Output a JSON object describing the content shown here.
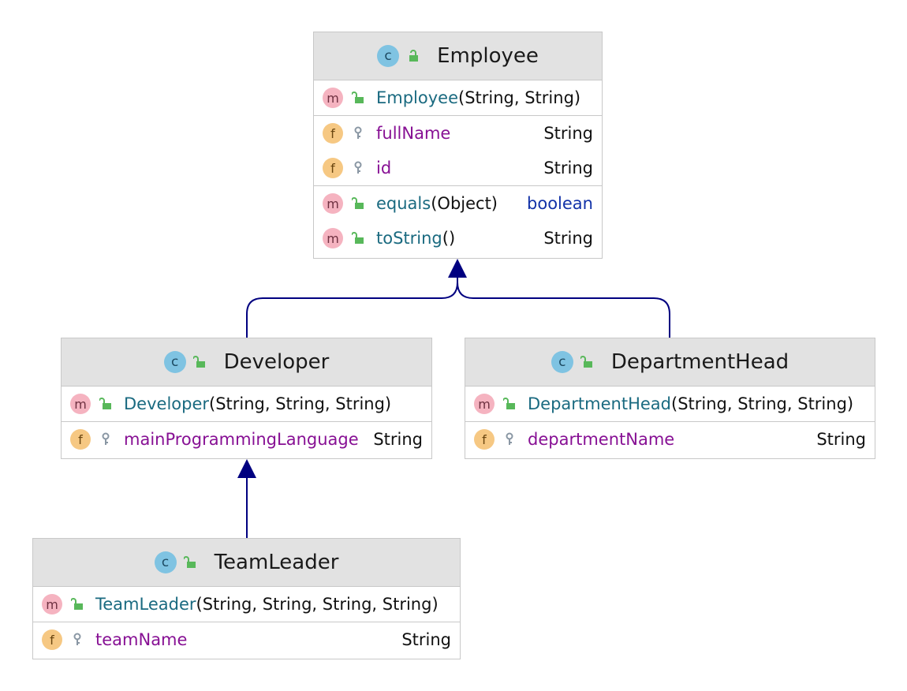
{
  "classes": {
    "employee": {
      "name": "Employee",
      "ctor": {
        "name": "Employee",
        "params": "(String, String)"
      },
      "fields": [
        {
          "name": "fullName",
          "type": "String"
        },
        {
          "name": "id",
          "type": "String"
        }
      ],
      "methods": [
        {
          "name": "equals",
          "params": "(Object)",
          "type": "boolean"
        },
        {
          "name": "toString",
          "params": "()",
          "type": "String"
        }
      ]
    },
    "developer": {
      "name": "Developer",
      "ctor": {
        "name": "Developer",
        "params": "(String, String, String)"
      },
      "fields": [
        {
          "name": "mainProgrammingLanguage",
          "type": "String"
        }
      ]
    },
    "departmenthead": {
      "name": "DepartmentHead",
      "ctor": {
        "name": "DepartmentHead",
        "params": "(String, String, String)"
      },
      "fields": [
        {
          "name": "departmentName",
          "type": "String"
        }
      ]
    },
    "teamleader": {
      "name": "TeamLeader",
      "ctor": {
        "name": "TeamLeader",
        "params": "(String, String, String, String)"
      },
      "fields": [
        {
          "name": "teamName",
          "type": "String"
        }
      ]
    }
  },
  "badges": {
    "class": "c",
    "method": "m",
    "field": "f"
  },
  "icons": {
    "class_badge": "class-icon",
    "method_badge": "method-icon",
    "field_badge": "field-icon",
    "public": "unlocked-padlock-icon",
    "private": "key-icon"
  },
  "colors": {
    "header_bg": "#e2e2e2",
    "border": "#c8c8c8",
    "arrow": "#000080",
    "method_name": "#1a6a80",
    "field_name": "#871094",
    "keyword_type": "#1232a8"
  }
}
